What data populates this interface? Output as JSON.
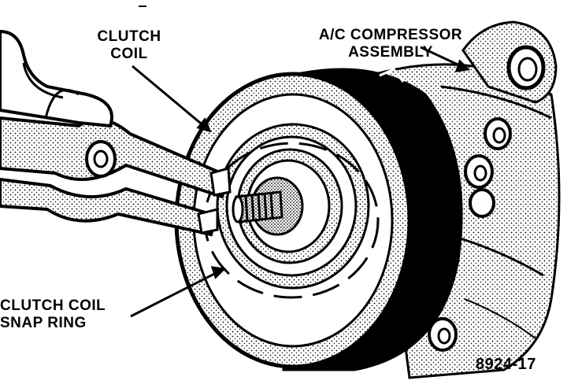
{
  "colors": {
    "ink": "#000000",
    "paper": "#ffffff"
  },
  "labels": {
    "clutch_coil": {
      "line1": "CLUTCH",
      "line2": "COIL"
    },
    "compressor": {
      "line1": "A/C COMPRESSOR",
      "line2": "ASSEMBLY"
    },
    "snap_ring": {
      "line1": "CLUTCH COIL",
      "line2": "SNAP RING"
    },
    "figure_code": "8924-17"
  }
}
